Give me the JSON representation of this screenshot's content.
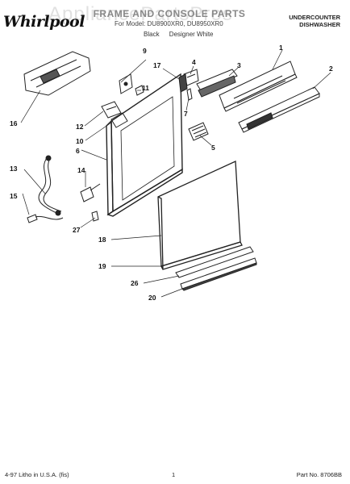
{
  "header": {
    "brand": "Whirlpool",
    "watermark": "AppliancePartsPros",
    "title": "FRAME AND CONSOLE PARTS",
    "subtitle": "For Model: DU8900XR0, DU8950XR0",
    "colors": [
      "Black",
      "Designer White"
    ],
    "product_line1": "UNDERCOUNTER",
    "product_line2": "DISHWASHER"
  },
  "callouts": {
    "c1": "1",
    "c2": "2",
    "c3": "3",
    "c4": "4",
    "c5": "5",
    "c6": "6",
    "c7": "7",
    "c9": "9",
    "c10": "10",
    "c11": "11",
    "c12": "12",
    "c13": "13",
    "c14": "14",
    "c15": "15",
    "c16": "16",
    "c17": "17",
    "c18": "18",
    "c19": "19",
    "c20": "20",
    "c26": "26",
    "c27": "27"
  },
  "footer": {
    "litho": "4-97 Litho in U.S.A. (fis)",
    "page": "1",
    "part_no": "Part No. 8706BB"
  }
}
